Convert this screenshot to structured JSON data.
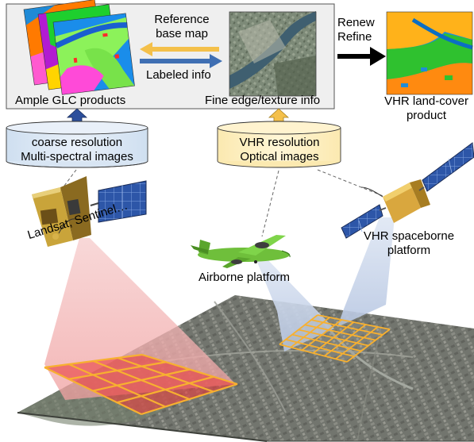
{
  "top_panel": {
    "reference_label": [
      "Reference",
      "base map"
    ],
    "labeled_info_label": "Labeled info",
    "glc_caption": "Ample GLC products",
    "texture_caption": "Fine edge/texture info"
  },
  "renew_label": [
    "Renew",
    "Refine"
  ],
  "output_caption": [
    "VHR land-cover",
    "product"
  ],
  "coarse_source": [
    "coarse resolution",
    "Multi-spectral images"
  ],
  "vhr_source": [
    "VHR resolution",
    "Optical images"
  ],
  "landsat_label": "Landsat, Sentinel…",
  "airborne_label": "Airborne platform",
  "spaceborne_label": [
    "VHR spaceborne",
    "platform"
  ],
  "colors": {
    "panel_bg": "#efefef",
    "coarse_cylinder": "#dde8f4",
    "vhr_cylinder": "#fdf0c4",
    "arrow_blue": "#3f6fb3",
    "arrow_yellow": "#f4c04a",
    "grid_orange": "#f7b030",
    "red_footprint": "#e83a3a",
    "blue_beam": "#b9c9e6",
    "pink_beam": "#f4b8b8",
    "aircraft_green": "#6fbf3b"
  },
  "icons": [
    "land-cover-map-stack-icon",
    "satellite-image-icon",
    "landsat-satellite-icon",
    "airplane-icon",
    "spaceborne-satellite-icon",
    "city-aerial-image-icon"
  ]
}
